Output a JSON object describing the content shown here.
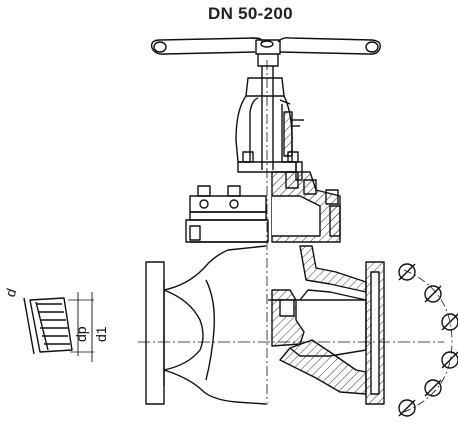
{
  "title": "DN 50-200",
  "dimension_labels": {
    "d": "d",
    "dp": "dp",
    "d1": "d1"
  },
  "colors": {
    "line": "#111111",
    "background": "#ffffff",
    "hatch": "#333333"
  }
}
